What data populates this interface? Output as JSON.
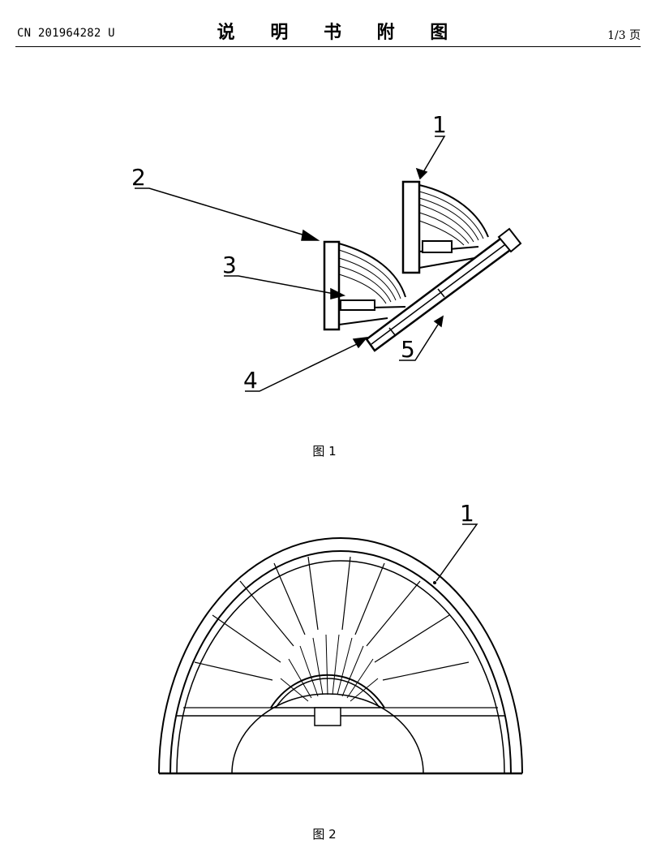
{
  "header": {
    "publication_number": "CN 201964282 U",
    "title": "说 明 书 附 图",
    "page": "1/3 页"
  },
  "figure1": {
    "caption": "图 1",
    "labels": [
      "1",
      "2",
      "3",
      "4",
      "5"
    ]
  },
  "figure2": {
    "caption": "图 2",
    "labels": [
      "1"
    ]
  }
}
